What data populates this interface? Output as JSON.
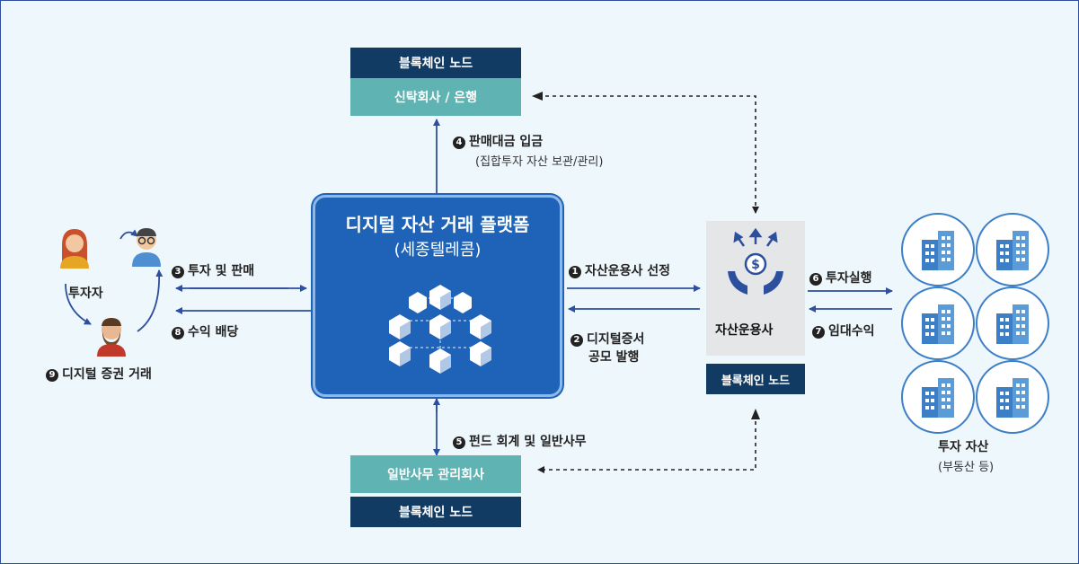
{
  "platform": {
    "title": "디지털 자산 거래 플랫폼",
    "subtitle": "(세종텔레콤)"
  },
  "top": {
    "node_label": "블록체인 노드",
    "trust_label": "신탁회사 / 은행"
  },
  "bottom": {
    "admin_label": "일반사무 관리회사",
    "node_label": "블록체인 노드"
  },
  "asset_manager": {
    "label": "자산운용사",
    "node_label": "블록체인 노드"
  },
  "investor": {
    "label": "투자자"
  },
  "assets": {
    "label": "투자 자산",
    "sublabel": "(부동산 등)"
  },
  "steps": {
    "s1": {
      "num": "1",
      "text": "자산운용사 선정"
    },
    "s2": {
      "num": "2",
      "text": "디지털증서",
      "text2": "공모 발행"
    },
    "s3": {
      "num": "3",
      "text": "투자 및 판매"
    },
    "s4": {
      "num": "4",
      "text": "판매대금 입금",
      "sub": "(집합투자 자산 보관/관리)"
    },
    "s5": {
      "num": "5",
      "text": "펀드 회계 및 일반사무"
    },
    "s6": {
      "num": "6",
      "text": "투자실행"
    },
    "s7": {
      "num": "7",
      "text": "임대수익"
    },
    "s8": {
      "num": "8",
      "text": "수익 배당"
    },
    "s9": {
      "num": "9",
      "text": "디지털 증권 거래"
    }
  },
  "colors": {
    "navy": "#123b63",
    "teal": "#5fb3b3",
    "platform_blue": "#1f63b8",
    "arrow_blue": "#2c4f9e",
    "circle_border": "#3d7fc7",
    "background": "#eef7fc"
  },
  "icons": [
    "person-woman-icon",
    "person-glasses-icon",
    "person-beard-icon",
    "hand-coin-icon",
    "network-cubes-icon",
    "building-icon"
  ]
}
